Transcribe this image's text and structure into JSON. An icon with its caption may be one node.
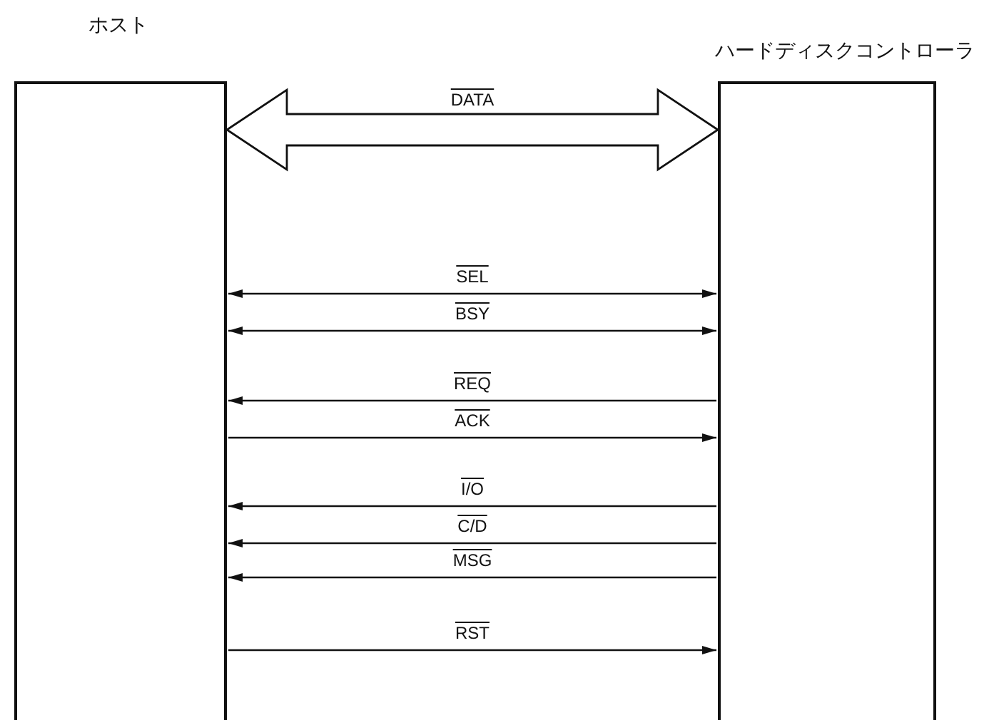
{
  "diagram": {
    "nodes": [
      {
        "text": [
          "ホスト"
        ]
      },
      {
        "text": [
          "ハードディスクコントローラ"
        ]
      }
    ],
    "edges": [
      {
        "from": 0,
        "to": 1,
        "arrow": "both",
        "label": "DATA",
        "style": "thick"
      },
      {
        "from": 0,
        "to": 1,
        "arrow": "both",
        "label": "SEL"
      },
      {
        "from": 0,
        "to": 1,
        "arrow": "both",
        "label": "BSY"
      },
      {
        "from": 1,
        "to": 0,
        "arrow": "to",
        "label": "REQ"
      },
      {
        "from": 0,
        "to": 1,
        "arrow": "to",
        "label": "ACK"
      },
      {
        "from": 1,
        "to": 0,
        "arrow": "to",
        "label": "I/O"
      },
      {
        "from": 1,
        "to": 0,
        "arrow": "to",
        "label": "C/D"
      },
      {
        "from": 1,
        "to": 0,
        "arrow": "to",
        "label": "MSG"
      },
      {
        "from": 0,
        "to": 1,
        "arrow": "to",
        "label": "RST"
      }
    ]
  }
}
